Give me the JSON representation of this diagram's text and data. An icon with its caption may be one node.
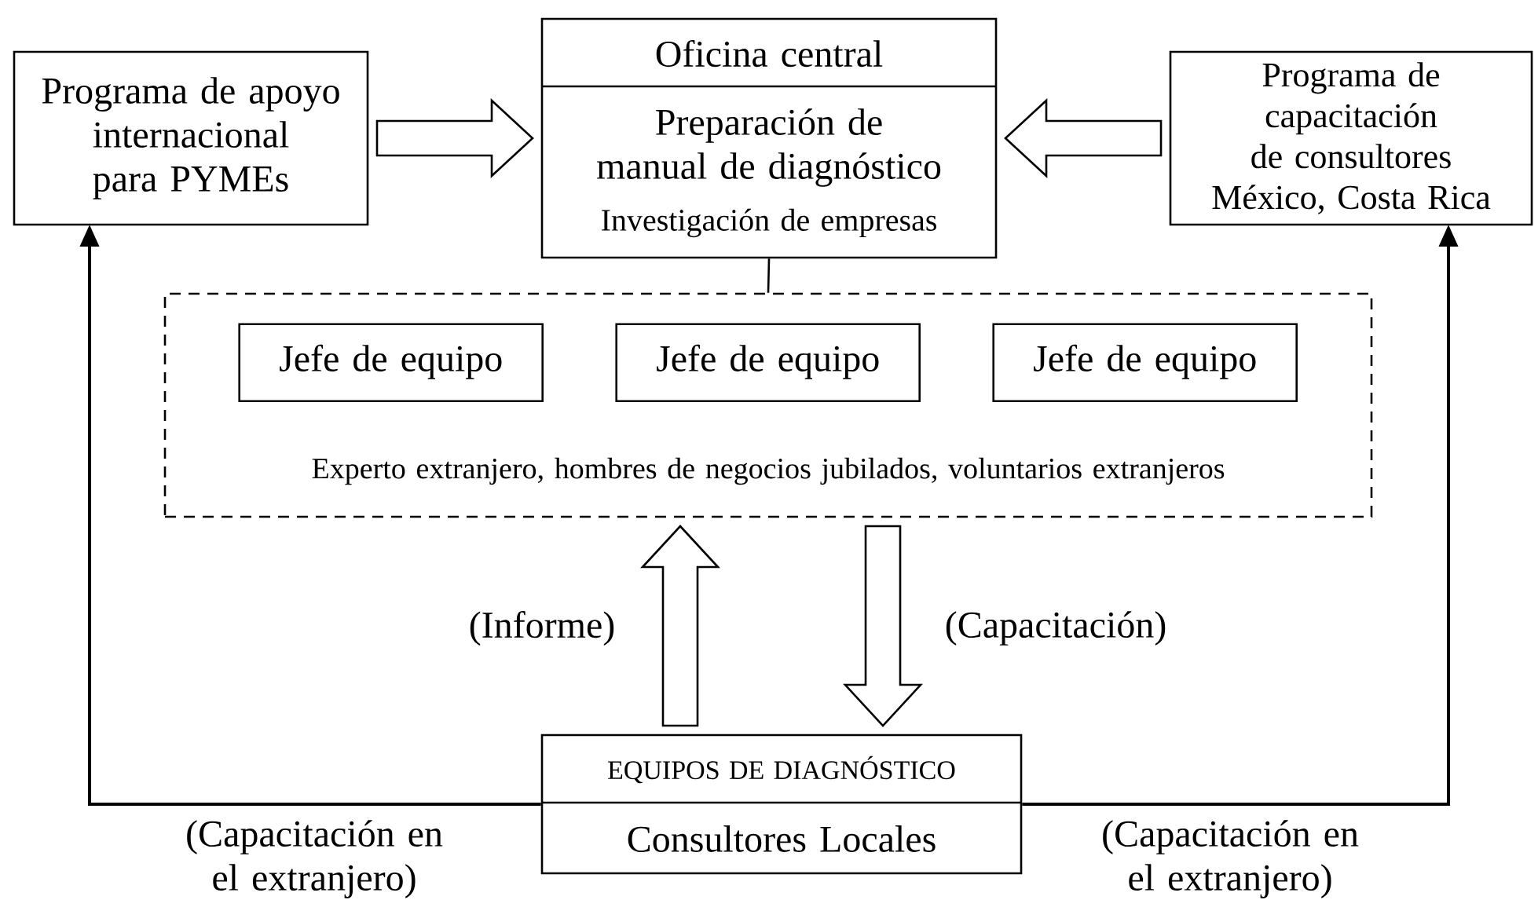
{
  "diagram": {
    "nodes": [
      {
        "text": [
          "Programa de apoyo internacional para PYMEs"
        ]
      },
      {
        "text": [
          "Oficina central",
          "Preparación de manual de diagnóstico",
          "Investigación de empresas"
        ]
      },
      {
        "text": [
          "Programa de capacitación de consultores México, Costa Rica"
        ]
      },
      {
        "text": [
          "Experto extranjero, hombres de negocios jubilados, voluntarios extranjeros"
        ]
      },
      {
        "text": [
          "Jefe de equipo"
        ],
        "in": 3
      },
      {
        "text": [
          "Jefe de equipo"
        ],
        "in": 3
      },
      {
        "text": [
          "Jefe de equipo"
        ],
        "in": 3
      },
      {
        "text": [
          "EQUIPOS DE DIAGNÓSTICO",
          "Consultores Locales"
        ]
      }
    ],
    "edges": [
      {
        "from": 0,
        "to": 1,
        "arrow": "to"
      },
      {
        "from": 2,
        "to": 1,
        "arrow": "to"
      },
      {
        "from": 1,
        "to": 3,
        "arrow": "none"
      },
      {
        "from": 7,
        "to": 3,
        "arrow": "to",
        "label": "(Informe)"
      },
      {
        "from": 3,
        "to": 7,
        "arrow": "to",
        "label": "(Capacitación)"
      },
      {
        "from": 7,
        "to": 0,
        "arrow": "to",
        "label": "(Capacitación en el extranjero)"
      },
      {
        "from": 7,
        "to": 2,
        "arrow": "to",
        "label": "(Capacitación en el extranjero)"
      }
    ]
  }
}
